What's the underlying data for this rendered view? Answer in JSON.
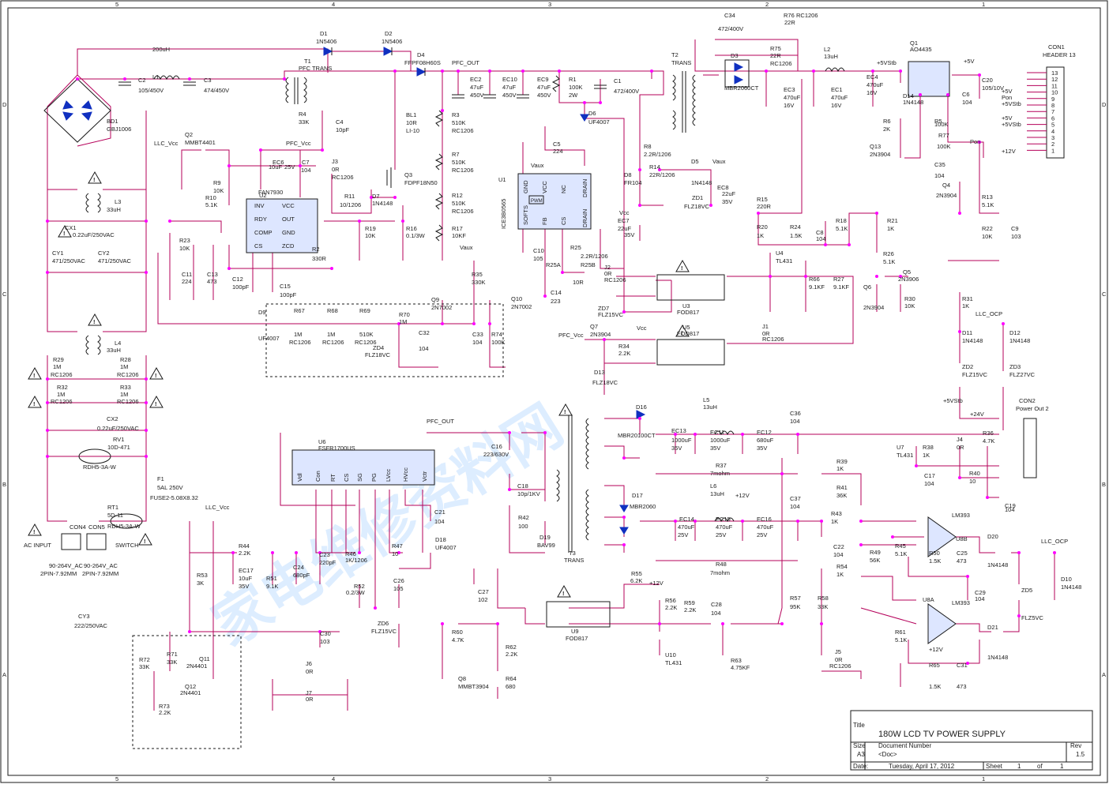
{
  "border": {
    "top_markers": [
      "5",
      "4",
      "3",
      "2",
      "1"
    ],
    "bottom_markers": [
      "5",
      "4",
      "3",
      "2",
      "1"
    ],
    "left_markers": [
      "D",
      "C",
      "B",
      "A"
    ],
    "right_markers": [
      "D",
      "C",
      "B",
      "A"
    ]
  },
  "title_block": {
    "title_label": "Title",
    "title": "180W LCD TV POWER SUPPLY",
    "size_label": "Size",
    "size": "A3",
    "doc_label": "Document Number",
    "doc": "<Doc>",
    "rev_label": "Rev",
    "rev": "1.5",
    "date_label": "Date:",
    "date": "Tuesday, April 17, 2012",
    "sheet_label": "Sheet",
    "sheet": "1",
    "of_label": "of",
    "of": "1"
  },
  "ics": {
    "u2": {
      "ref": "U2",
      "part": "FAN7930",
      "pins_left": [
        "INV",
        "RDY",
        "COMP",
        "CS"
      ],
      "pins_right": [
        "VCC",
        "OUT",
        "GND",
        "ZCD"
      ]
    },
    "u1": {
      "ref": "U1",
      "part": "ICE3B0565",
      "pins": [
        "GND",
        "VCC",
        "NC",
        "DRAIN",
        "SOFTS",
        "FB",
        "CS",
        "DRAIN"
      ],
      "pwm": "PWM"
    },
    "u6": {
      "ref": "U6",
      "part": "FSFR1700US",
      "pins": [
        "Vdl",
        "Con",
        "RT",
        "CS",
        "SG",
        "PG",
        "LVcc",
        "HVcc",
        "Vctr"
      ]
    },
    "u8b": {
      "ref": "U8B",
      "part": "LM393"
    },
    "u8a": {
      "ref": "U8A",
      "part": "LM393"
    },
    "con1": {
      "ref": "CON1",
      "part": "HEADER 13",
      "pins": [
        "13",
        "12",
        "11",
        "10",
        "9",
        "8",
        "7",
        "6",
        "5",
        "4",
        "3",
        "2",
        "1"
      ]
    },
    "con2": {
      "ref": "CON2",
      "part": "Power Out 2"
    }
  },
  "nets": {
    "llc_vcc": "LLC_Vcc",
    "pfc_vcc": "PFC_Vcc",
    "pfc_out": "PFC_OUT",
    "vaux": "Vaux",
    "vcc": "Vcc",
    "p5vstb": "+5VStb",
    "p5v": "+5V",
    "pon": "Pon",
    "p12v": "+12V",
    "p24v": "+24V",
    "llc_ocp": "LLC_OCP"
  },
  "header_nets": [
    "+5V",
    "Pon",
    "+5VStb",
    "+5V",
    "+5VStb",
    "+12V"
  ],
  "labels": [
    {
      "t": "D1"
    },
    {
      "t": "1N5406"
    },
    {
      "t": "D2"
    },
    {
      "t": "1N5406"
    },
    {
      "t": "200uH"
    },
    {
      "t": "T1"
    },
    {
      "t": "PFC TRANS"
    },
    {
      "t": "D4"
    },
    {
      "t": "FFPF08H60S"
    },
    {
      "t": "C2"
    },
    {
      "t": "105/450V"
    },
    {
      "t": "L1"
    },
    {
      "t": "C3"
    },
    {
      "t": "474/450V"
    },
    {
      "t": "BD1"
    },
    {
      "t": "GBJ1006"
    },
    {
      "t": "R4"
    },
    {
      "t": "33K"
    },
    {
      "t": "C4"
    },
    {
      "t": "10pF"
    },
    {
      "t": "Q2"
    },
    {
      "t": "MMBT4401"
    },
    {
      "t": "EC6"
    },
    {
      "t": "10uF"
    },
    {
      "t": "25V"
    },
    {
      "t": "C7"
    },
    {
      "t": "104"
    },
    {
      "t": "J3"
    },
    {
      "t": "0R"
    },
    {
      "t": "RC1206"
    },
    {
      "t": "R9"
    },
    {
      "t": "10K"
    },
    {
      "t": "R10"
    },
    {
      "t": "5.1K"
    },
    {
      "t": "R11"
    },
    {
      "t": "10/1206"
    },
    {
      "t": "D7"
    },
    {
      "t": "1N4148"
    },
    {
      "t": "BL1"
    },
    {
      "t": "10R"
    },
    {
      "t": "LI-10"
    },
    {
      "t": "Q3"
    },
    {
      "t": "FDPF18N50"
    },
    {
      "t": "R19"
    },
    {
      "t": "10K"
    },
    {
      "t": "R16"
    },
    {
      "t": "0.1/3W"
    },
    {
      "t": "R23"
    },
    {
      "t": "10K"
    },
    {
      "t": "C11"
    },
    {
      "t": "224"
    },
    {
      "t": "C13"
    },
    {
      "t": "473"
    },
    {
      "t": "C12"
    },
    {
      "t": "100pF"
    },
    {
      "t": "C15"
    },
    {
      "t": "100pF"
    },
    {
      "t": "R2"
    },
    {
      "t": "330R"
    },
    {
      "t": "EC2"
    },
    {
      "t": "47uF"
    },
    {
      "t": "450V"
    },
    {
      "t": "EC10"
    },
    {
      "t": "47uF"
    },
    {
      "t": "450V"
    },
    {
      "t": "EC9"
    },
    {
      "t": "47uF"
    },
    {
      "t": "450V"
    },
    {
      "t": "R3"
    },
    {
      "t": "510K"
    },
    {
      "t": "RC1206"
    },
    {
      "t": "R7"
    },
    {
      "t": "510K"
    },
    {
      "t": "RC1206"
    },
    {
      "t": "R12"
    },
    {
      "t": "510K"
    },
    {
      "t": "RC1206"
    },
    {
      "t": "R17"
    },
    {
      "t": "10KF"
    },
    {
      "t": "C5"
    },
    {
      "t": "224"
    },
    {
      "t": "R1"
    },
    {
      "t": "100K"
    },
    {
      "t": "2W"
    },
    {
      "t": "C1"
    },
    {
      "t": "472/400V"
    },
    {
      "t": "D6"
    },
    {
      "t": "UF4007"
    },
    {
      "t": "T2"
    },
    {
      "t": "TRANS"
    },
    {
      "t": "R8"
    },
    {
      "t": "2.2R/1206"
    },
    {
      "t": "D8"
    },
    {
      "t": "FR104"
    },
    {
      "t": "R14"
    },
    {
      "t": "22R/1206"
    },
    {
      "t": "D5"
    },
    {
      "t": "1N4148"
    },
    {
      "t": "ZD1"
    },
    {
      "t": "FLZ18VC"
    },
    {
      "t": "EC8"
    },
    {
      "t": "22uF"
    },
    {
      "t": "35V"
    },
    {
      "t": "EC7"
    },
    {
      "t": "22uF"
    },
    {
      "t": "35V"
    },
    {
      "t": "C10"
    },
    {
      "t": "105"
    },
    {
      "t": "R25"
    },
    {
      "t": "2.2R/1206"
    },
    {
      "t": "R25A"
    },
    {
      "t": "R25B"
    },
    {
      "t": "10R"
    },
    {
      "t": "J2"
    },
    {
      "t": "0R"
    },
    {
      "t": "RC1206"
    },
    {
      "t": "C14"
    },
    {
      "t": "223"
    },
    {
      "t": "R35"
    },
    {
      "t": "330K"
    },
    {
      "t": "Q10"
    },
    {
      "t": "2N7002"
    },
    {
      "t": "Q9"
    },
    {
      "t": "2N7002"
    },
    {
      "t": "C33"
    },
    {
      "t": "104"
    },
    {
      "t": "R74"
    },
    {
      "t": "100K"
    },
    {
      "t": "D9"
    },
    {
      "t": "UF4007"
    },
    {
      "t": "R67"
    },
    {
      "t": "1M"
    },
    {
      "t": "RC1206"
    },
    {
      "t": "R68"
    },
    {
      "t": "1M"
    },
    {
      "t": "RC1206"
    },
    {
      "t": "R69"
    },
    {
      "t": "510K"
    },
    {
      "t": "RC1206"
    },
    {
      "t": "R70"
    },
    {
      "t": "1M"
    },
    {
      "t": "ZD4"
    },
    {
      "t": "FLZ18VC"
    },
    {
      "t": "C32"
    },
    {
      "t": "104"
    },
    {
      "t": "C34"
    },
    {
      "t": "472/400V"
    },
    {
      "t": "R76"
    },
    {
      "t": "RC1206"
    },
    {
      "t": "22R"
    },
    {
      "t": "D3"
    },
    {
      "t": "R75"
    },
    {
      "t": "22R"
    },
    {
      "t": "RC1206"
    },
    {
      "t": "MBR2060CT"
    },
    {
      "t": "EC3"
    },
    {
      "t": "470uF"
    },
    {
      "t": "16V"
    },
    {
      "t": "L2"
    },
    {
      "t": "13uH"
    },
    {
      "t": "EC1"
    },
    {
      "t": "470uF"
    },
    {
      "t": "16V"
    },
    {
      "t": "Q1"
    },
    {
      "t": "AO4435"
    },
    {
      "t": "EC4"
    },
    {
      "t": "470uF"
    },
    {
      "t": "16V"
    },
    {
      "t": "C20"
    },
    {
      "t": "105/10V"
    },
    {
      "t": "C6"
    },
    {
      "t": "104"
    },
    {
      "t": "D14"
    },
    {
      "t": "1N4148"
    },
    {
      "t": "R6"
    },
    {
      "t": "2K"
    },
    {
      "t": "R5"
    },
    {
      "t": "100K"
    },
    {
      "t": "R77"
    },
    {
      "t": "100K"
    },
    {
      "t": "Q13"
    },
    {
      "t": "2N3904"
    },
    {
      "t": "C35"
    },
    {
      "t": "104"
    },
    {
      "t": "Q4"
    },
    {
      "t": "2N3904"
    },
    {
      "t": "R13"
    },
    {
      "t": "5.1K"
    },
    {
      "t": "R22"
    },
    {
      "t": "10K"
    },
    {
      "t": "C9"
    },
    {
      "t": "103"
    },
    {
      "t": "R15"
    },
    {
      "t": "220R"
    },
    {
      "t": "R20"
    },
    {
      "t": "1K"
    },
    {
      "t": "R24"
    },
    {
      "t": "1.5K"
    },
    {
      "t": "C8"
    },
    {
      "t": "104"
    },
    {
      "t": "R18"
    },
    {
      "t": "5.1K"
    },
    {
      "t": "R21"
    },
    {
      "t": "1K"
    },
    {
      "t": "U4"
    },
    {
      "t": "TL431"
    },
    {
      "t": "R66"
    },
    {
      "t": "9.1KF"
    },
    {
      "t": "R27"
    },
    {
      "t": "9.1KF"
    },
    {
      "t": "R26"
    },
    {
      "t": "5.1K"
    },
    {
      "t": "Q5"
    },
    {
      "t": "2N3906"
    },
    {
      "t": "Q6"
    },
    {
      "t": "2N3904"
    },
    {
      "t": "R30"
    },
    {
      "t": "10K"
    },
    {
      "t": "R31"
    },
    {
      "t": "1K"
    },
    {
      "t": "U3"
    },
    {
      "t": "FOD817"
    },
    {
      "t": "ZD7"
    },
    {
      "t": "FLZ15VC"
    },
    {
      "t": "U5"
    },
    {
      "t": "FOD817"
    },
    {
      "t": "Q7"
    },
    {
      "t": "2N3904"
    },
    {
      "t": "R34"
    },
    {
      "t": "2.2K"
    },
    {
      "t": "D13"
    },
    {
      "t": "FLZ18VC"
    },
    {
      "t": "J1"
    },
    {
      "t": "0R"
    },
    {
      "t": "RC1206"
    },
    {
      "t": "D11"
    },
    {
      "t": "1N4148"
    },
    {
      "t": "D12"
    },
    {
      "t": "1N4148"
    },
    {
      "t": "ZD2"
    },
    {
      "t": "FLZ15VC"
    },
    {
      "t": "ZD3"
    },
    {
      "t": "FLZ27VC"
    },
    {
      "t": "L3"
    },
    {
      "t": "33uH"
    },
    {
      "t": "CX1"
    },
    {
      "t": "0.22uF/250VAC"
    },
    {
      "t": "CY1"
    },
    {
      "t": "471/250VAC"
    },
    {
      "t": "CY2"
    },
    {
      "t": "471/250VAC"
    },
    {
      "t": "L4"
    },
    {
      "t": "33uH"
    },
    {
      "t": "R29"
    },
    {
      "t": "1M"
    },
    {
      "t": "RC1206"
    },
    {
      "t": "R28"
    },
    {
      "t": "1M"
    },
    {
      "t": "RC1206"
    },
    {
      "t": "R32"
    },
    {
      "t": "1M"
    },
    {
      "t": "RC1206"
    },
    {
      "t": "R33"
    },
    {
      "t": "1M"
    },
    {
      "t": "RC1206"
    },
    {
      "t": "CX2"
    },
    {
      "t": "0.22uF/250VAC"
    },
    {
      "t": "RV1"
    },
    {
      "t": "10D-471"
    },
    {
      "t": "RDH5-3A-W"
    },
    {
      "t": "F1"
    },
    {
      "t": "5AL 250V"
    },
    {
      "t": "FUSE2-5.08X8.32"
    },
    {
      "t": "RT1"
    },
    {
      "t": "5D-11"
    },
    {
      "t": "RDH5-3A-W"
    },
    {
      "t": "CON4"
    },
    {
      "t": "CON5"
    },
    {
      "t": "AC INPUT"
    },
    {
      "t": "SWITCH"
    },
    {
      "t": "90-264V_AC"
    },
    {
      "t": "2PIN-7.92MM"
    },
    {
      "t": "90-264V_AC"
    },
    {
      "t": "2PIN-7.92MM"
    },
    {
      "t": "CY3"
    },
    {
      "t": "222/250VAC"
    },
    {
      "t": "C16"
    },
    {
      "t": "223/630V"
    },
    {
      "t": "C18"
    },
    {
      "t": "10p/1KV"
    },
    {
      "t": "C21"
    },
    {
      "t": "104"
    },
    {
      "t": "R42"
    },
    {
      "t": "100"
    },
    {
      "t": "D18"
    },
    {
      "t": "UF4007"
    },
    {
      "t": "D19"
    },
    {
      "t": "BAV99"
    },
    {
      "t": "T3"
    },
    {
      "t": "TRANS"
    },
    {
      "t": "D16"
    },
    {
      "t": "MBR20100CT"
    },
    {
      "t": "L5"
    },
    {
      "t": "13uH"
    },
    {
      "t": "EC13"
    },
    {
      "t": "1000uF"
    },
    {
      "t": "35V"
    },
    {
      "t": "EC11"
    },
    {
      "t": "1000uF"
    },
    {
      "t": "35V"
    },
    {
      "t": "EC12"
    },
    {
      "t": "680uF"
    },
    {
      "t": "35V"
    },
    {
      "t": "R37"
    },
    {
      "t": "7mohm"
    },
    {
      "t": "C36"
    },
    {
      "t": "104"
    },
    {
      "t": "D17"
    },
    {
      "t": "MBR2060"
    },
    {
      "t": "L6"
    },
    {
      "t": "13uH"
    },
    {
      "t": "EC14"
    },
    {
      "t": "470uF"
    },
    {
      "t": "25V"
    },
    {
      "t": "EC15"
    },
    {
      "t": "470uF"
    },
    {
      "t": "25V"
    },
    {
      "t": "EC16"
    },
    {
      "t": "470uF"
    },
    {
      "t": "25V"
    },
    {
      "t": "R48"
    },
    {
      "t": "7mohm"
    },
    {
      "t": "C37"
    },
    {
      "t": "104"
    },
    {
      "t": "R44"
    },
    {
      "t": "2.2K"
    },
    {
      "t": "EC17"
    },
    {
      "t": "10uF"
    },
    {
      "t": "35V"
    },
    {
      "t": "R51"
    },
    {
      "t": "9.1K"
    },
    {
      "t": "C24"
    },
    {
      "t": "680pF"
    },
    {
      "t": "C23"
    },
    {
      "t": "220pF"
    },
    {
      "t": "R46"
    },
    {
      "t": "1K/1206"
    },
    {
      "t": "R52"
    },
    {
      "t": "0.2/3W"
    },
    {
      "t": "R47"
    },
    {
      "t": "10"
    },
    {
      "t": "C26"
    },
    {
      "t": "105"
    },
    {
      "t": "C27"
    },
    {
      "t": "102"
    },
    {
      "t": "R53"
    },
    {
      "t": "3K"
    },
    {
      "t": "C30"
    },
    {
      "t": "103"
    },
    {
      "t": "ZD6"
    },
    {
      "t": "FLZ15VC"
    },
    {
      "t": "J6"
    },
    {
      "t": "0R"
    },
    {
      "t": "J7"
    },
    {
      "t": "0R"
    },
    {
      "t": "R71"
    },
    {
      "t": "33K"
    },
    {
      "t": "Q11"
    },
    {
      "t": "2N4401"
    },
    {
      "t": "R72"
    },
    {
      "t": "33K"
    },
    {
      "t": "Q12"
    },
    {
      "t": "2N4401"
    },
    {
      "t": "R73"
    },
    {
      "t": "2.2K"
    },
    {
      "t": "R60"
    },
    {
      "t": "4.7K"
    },
    {
      "t": "Q8"
    },
    {
      "t": "MMBT3904"
    },
    {
      "t": "R62"
    },
    {
      "t": "2.2K"
    },
    {
      "t": "R64"
    },
    {
      "t": "680"
    },
    {
      "t": "U9"
    },
    {
      "t": "FOD817"
    },
    {
      "t": "R55"
    },
    {
      "t": "R56"
    },
    {
      "t": "2.2K"
    },
    {
      "t": "R59"
    },
    {
      "t": "2.2K"
    },
    {
      "t": "C28"
    },
    {
      "t": "104"
    },
    {
      "t": "U10"
    },
    {
      "t": "TL431"
    },
    {
      "t": "R63"
    },
    {
      "t": "4.75KF"
    },
    {
      "t": "R57"
    },
    {
      "t": "95K"
    },
    {
      "t": "R58"
    },
    {
      "t": "33K"
    },
    {
      "t": "J5"
    },
    {
      "t": "0R"
    },
    {
      "t": "RC1206"
    },
    {
      "t": "U7"
    },
    {
      "t": "TL431"
    },
    {
      "t": "R38"
    },
    {
      "t": "1K"
    },
    {
      "t": "J4"
    },
    {
      "t": "0R"
    },
    {
      "t": "R36"
    },
    {
      "t": "4.7K"
    },
    {
      "t": "R40"
    },
    {
      "t": "10"
    },
    {
      "t": "C17"
    },
    {
      "t": "104"
    },
    {
      "t": "C19"
    },
    {
      "t": "104"
    },
    {
      "t": "R39"
    },
    {
      "t": "1K"
    },
    {
      "t": "R41"
    },
    {
      "t": "36K"
    },
    {
      "t": "R43"
    },
    {
      "t": "1K"
    },
    {
      "t": "C22"
    },
    {
      "t": "104"
    },
    {
      "t": "R49"
    },
    {
      "t": "56K"
    },
    {
      "t": "R54"
    },
    {
      "t": "1K"
    },
    {
      "t": "R45"
    },
    {
      "t": "5.1K"
    },
    {
      "t": "R50"
    },
    {
      "t": "1.5K"
    },
    {
      "t": "C25"
    },
    {
      "t": "473"
    },
    {
      "t": "D20"
    },
    {
      "t": "1N4148"
    },
    {
      "t": "C29"
    },
    {
      "t": "104"
    },
    {
      "t": "R61"
    },
    {
      "t": "5.1K"
    },
    {
      "t": "D21"
    },
    {
      "t": "1N4148"
    },
    {
      "t": "R65"
    },
    {
      "t": "1.5K"
    },
    {
      "t": "C31"
    },
    {
      "t": "473"
    },
    {
      "t": "ZD5"
    },
    {
      "t": "FLZ5VC"
    },
    {
      "t": "D10"
    },
    {
      "t": "1N4148"
    }
  ],
  "special_values": {
    "r55_value": "6.2K",
    "r55_color": "#e0001a"
  },
  "watermark": "家电维修资料网"
}
